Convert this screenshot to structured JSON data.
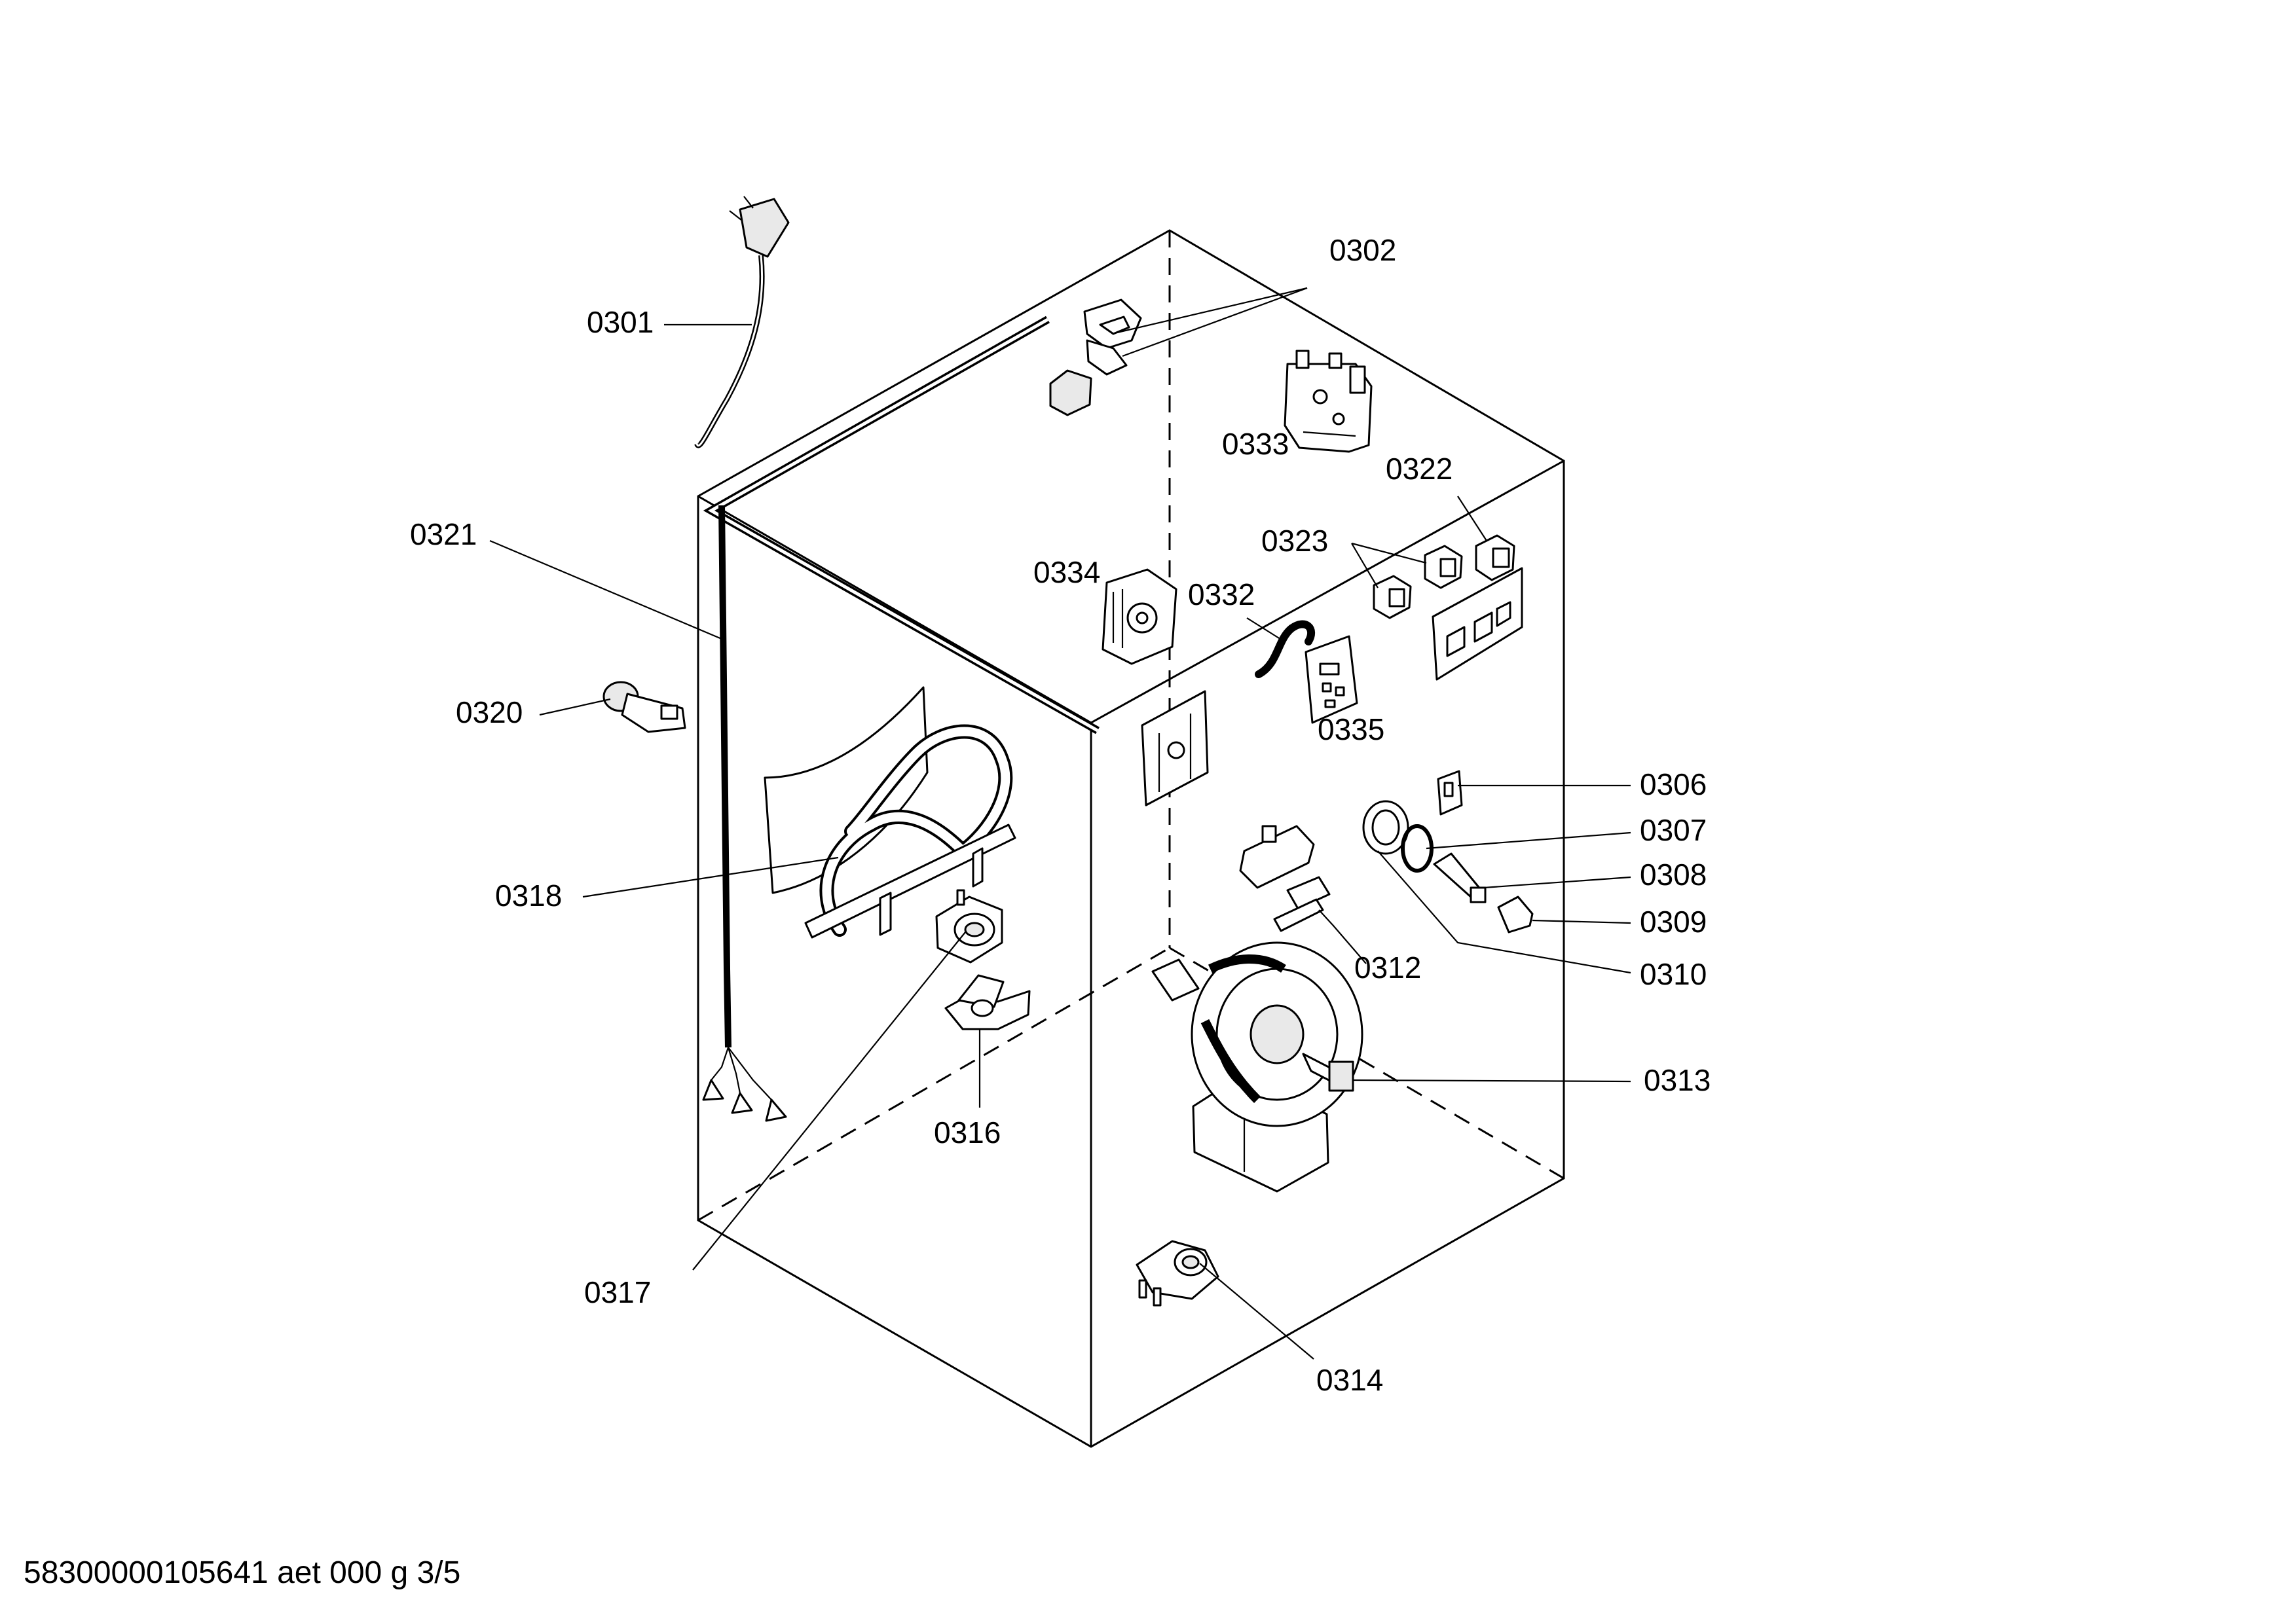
{
  "diagram": {
    "parts": [
      {
        "id": "p0301",
        "label": "0301",
        "icon": "power-cord-plug-icon"
      },
      {
        "id": "p0302",
        "label": "0302",
        "icon": "clip-icon"
      },
      {
        "id": "p0306",
        "label": "0306",
        "icon": "bracket-icon"
      },
      {
        "id": "p0307",
        "label": "0307",
        "icon": "o-ring-icon"
      },
      {
        "id": "p0308",
        "label": "0308",
        "icon": "nozzle-icon"
      },
      {
        "id": "p0309",
        "label": "0309",
        "icon": "sensor-icon"
      },
      {
        "id": "p0310",
        "label": "0310",
        "icon": "ring-nut-icon"
      },
      {
        "id": "p0312",
        "label": "0312",
        "icon": "switch-icon"
      },
      {
        "id": "p0313",
        "label": "0313",
        "icon": "motor-icon"
      },
      {
        "id": "p0314",
        "label": "0314",
        "icon": "thermostat-icon"
      },
      {
        "id": "p0316",
        "label": "0316",
        "icon": "relay-icon"
      },
      {
        "id": "p0317",
        "label": "0317",
        "icon": "thermostat-icon"
      },
      {
        "id": "p0318",
        "label": "0318",
        "icon": "heating-element-icon"
      },
      {
        "id": "p0320",
        "label": "0320",
        "icon": "capacitor-icon"
      },
      {
        "id": "p0321",
        "label": "0321",
        "icon": "cable-harness-icon"
      },
      {
        "id": "p0322",
        "label": "0322",
        "icon": "pushbutton-switch-icon"
      },
      {
        "id": "p0323",
        "label": "0323",
        "icon": "pushbutton-switch-icon"
      },
      {
        "id": "p0332",
        "label": "0332",
        "icon": "cable-icon"
      },
      {
        "id": "p0333",
        "label": "0333",
        "icon": "control-module-icon"
      },
      {
        "id": "p0334",
        "label": "0334",
        "icon": "timer-module-icon"
      },
      {
        "id": "p0335",
        "label": "0335",
        "icon": "circuit-board-icon"
      }
    ],
    "footer": "58300000105641 aet 000 g 3/5"
  }
}
